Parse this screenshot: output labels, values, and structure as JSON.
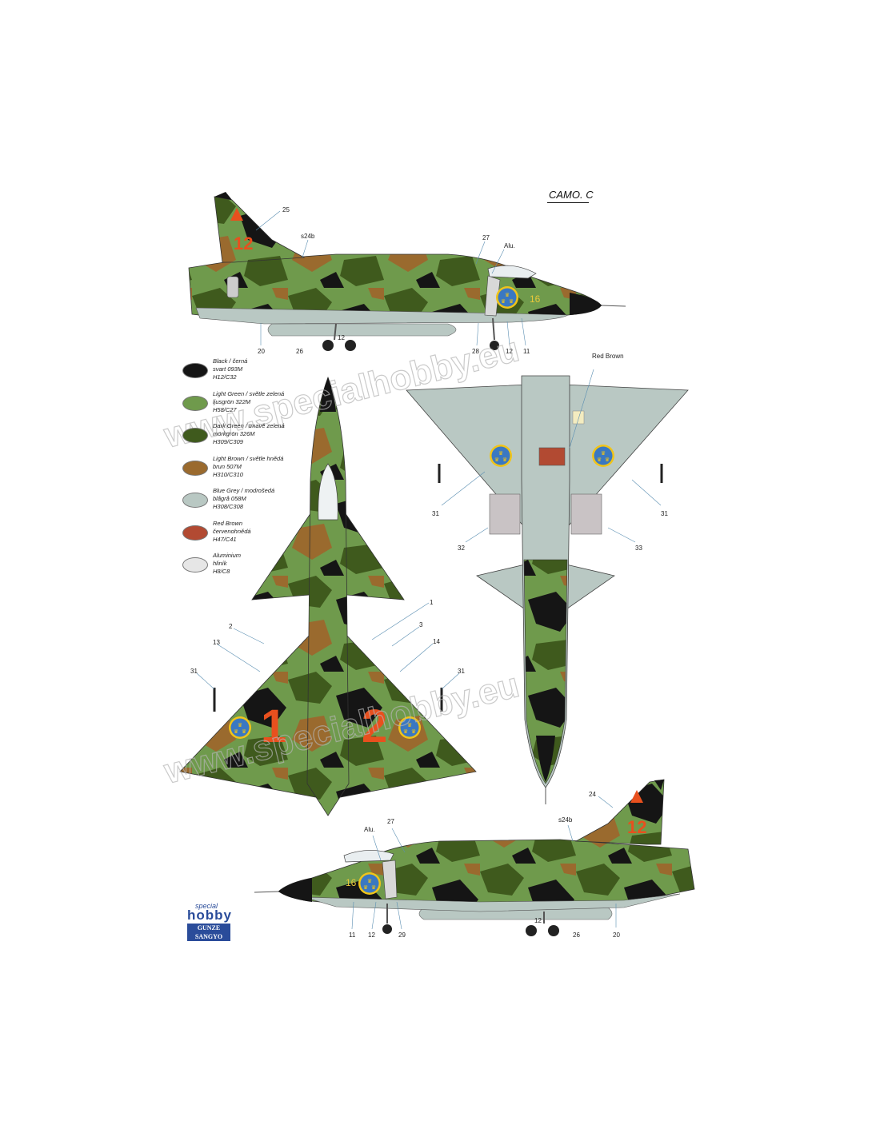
{
  "sheet_title": "CAMO. C",
  "watermark": "www.specialhobby.eu",
  "aircraft_code": "12",
  "nose_code": "16",
  "legend": [
    {
      "lines": [
        "Black / černá",
        "svart 093M",
        "H12/C32"
      ],
      "color": "#151515"
    },
    {
      "lines": [
        "Light Green / světle zelená",
        "ljusgrön 322M",
        "H58/C27"
      ],
      "color": "#6f9a4c"
    },
    {
      "lines": [
        "Dark Green / tmavě zelená",
        "mörkgrön 326M",
        "H309/C309"
      ],
      "color": "#3f5a1d"
    },
    {
      "lines": [
        "Light Brown / světle hnědá",
        "brun 507M",
        "H310/C310"
      ],
      "color": "#9a6a2e"
    },
    {
      "lines": [
        "Blue Grey / modrošedá",
        "blågrå 058M",
        "H308/C308"
      ],
      "color": "#b9c8c3"
    },
    {
      "lines": [
        "Red Brown",
        "červenohnědá",
        "H47/C41"
      ],
      "color": "#b24a32"
    },
    {
      "lines": [
        "Aluminium",
        "hliník",
        "H8/C8"
      ],
      "color": "#e6e6e6"
    }
  ],
  "callouts": {
    "side_top": [
      "25",
      "s24b",
      "27",
      "Alu.",
      "20",
      "26",
      "12",
      "28",
      "12",
      "11"
    ],
    "top_view": [
      "1",
      "2",
      "3",
      "13",
      "14",
      "31",
      "31"
    ],
    "bottom_view": [
      "Red Brown",
      "31",
      "31",
      "32",
      "33"
    ],
    "side_bottom": [
      "24",
      "s24b",
      "Alu.",
      "27",
      "11",
      "12",
      "29",
      "12",
      "26",
      "20"
    ]
  },
  "brand": {
    "special": "special",
    "hobby": "hobby",
    "gunze_1": "GUNZE",
    "gunze_2": "SANGYO"
  }
}
